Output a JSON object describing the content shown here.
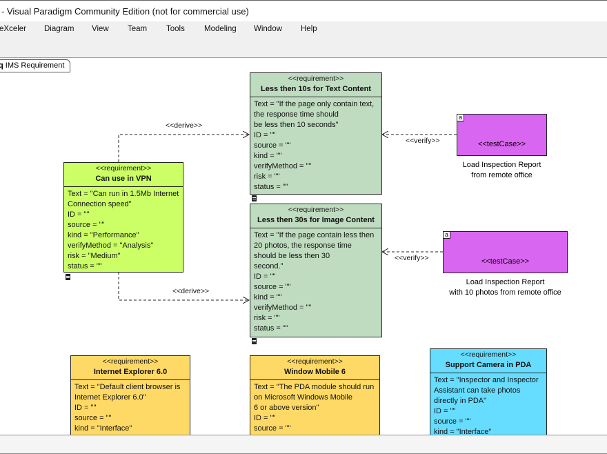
{
  "window": {
    "title": "- Visual Paradigm Community Edition (not for commercial use)"
  },
  "menu": [
    "eXceler",
    "Diagram",
    "View",
    "Team",
    "Tools",
    "Modeling",
    "Window",
    "Help"
  ],
  "diagram_tab": {
    "icon": "q",
    "label": "IMS Requirement"
  },
  "stereotype": "<<requirement>>",
  "testcase_stereotype": "<<testCase>>",
  "requirements": [
    {
      "name": "Less then 10s for Text Content",
      "color": "#c0dcc0",
      "body": "Text = \"If the page only contain text,\nthe response time should\nbe less then 10 seconds\"\nID = \"\"\nsource = \"\"\nkind = \"\"\nverifyMethod = \"\"\nrisk = \"\"\nstatus = \"\""
    },
    {
      "name": "Less then 30s for Image Content",
      "color": "#c0dcc0",
      "body": "Text = \"If the page contain less then\n20 photos, the response time\nshould be less then 30\nsecond.\"\nID = \"\"\nsource = \"\"\nkind = \"\"\nverifyMethod = \"\"\nrisk = \"\"\nstatus = \"\""
    },
    {
      "name": "Can use in VPN",
      "color": "#ccff66",
      "body": "Text = \"Can run in 1.5Mb Internet\nConnection speed\"\nID = \"\"\nsource = \"\"\nkind = \"Performance\"\nverifyMethod = \"Analysis\"\nrisk = \"Medium\"\nstatus = \"\""
    },
    {
      "name": "Internet Explorer 6.0",
      "color": "#ffd966",
      "body": "Text = \"Default client browser is\nInternet Explorer 6.0\"\nID = \"\"\nsource = \"\"\nkind = \"Interface\""
    },
    {
      "name": "Window Mobile 6",
      "color": "#ffd966",
      "body": "Text = \"The PDA module should run\non Microsoft Windows Mobile\n6 or above version\"\nID = \"\"\nsource = \"\""
    },
    {
      "name": "Support Camera in PDA",
      "color": "#66ddff",
      "body": "Text = \"Inspector and Inspector\nAssistant can take photos\ndirectly in PDA\"\nID = \"\"\nsource = \"\"\nkind = \"Interface\""
    }
  ],
  "testcases": [
    {
      "name": "Load Inspection Report\nfrom remote office",
      "badge": "a"
    },
    {
      "name": "Load Inspection Report\nwith 10 photos from remote office",
      "badge": "a"
    }
  ],
  "connectors": {
    "derive": "<<derive>>",
    "verify": "<<verify>>"
  }
}
